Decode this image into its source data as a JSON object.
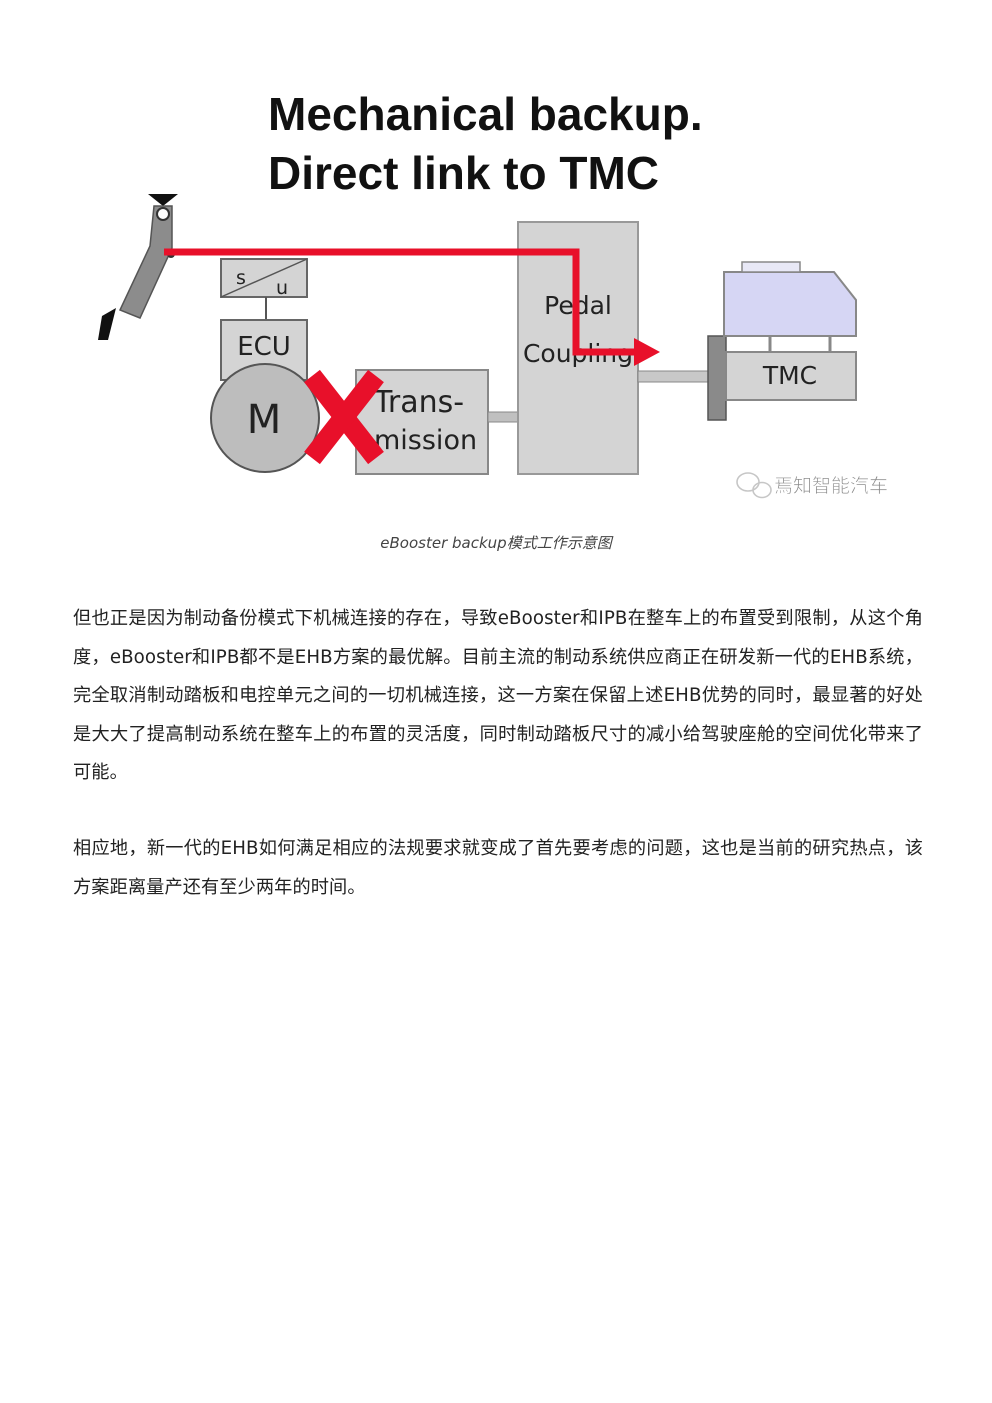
{
  "figure": {
    "title_line1": "Mechanical backup.",
    "title_line2": "Direct link to TMC",
    "sensor_s": "s",
    "sensor_u": "u",
    "ecu_label": "ECU",
    "motor_label": "M",
    "transmission_line1": "Trans-",
    "transmission_line2": "mission",
    "pedal_coupling_line1": "Pedal",
    "pedal_coupling_line2": "Coupling",
    "tmc_label": "TMC",
    "watermark": "焉知智能汽车",
    "colors": {
      "red_link": "#e8102a",
      "block_gray": "#d4d4d4",
      "reservoir": "#d6d6f4",
      "border": "#777777"
    }
  },
  "caption": "eBooster backup模式工作示意图",
  "paragraphs": [
    "但也正是因为制动备份模式下机械连接的存在，导致eBooster和IPB在整车上的布置受到限制，从这个角度，eBooster和IPB都不是EHB方案的最优解。目前主流的制动系统供应商正在研发新一代的EHB系统，完全取消制动踏板和电控单元之间的一切机械连接，这一方案在保留上述EHB优势的同时，最显著的好处是大大了提高制动系统在整车上的布置的灵活度，同时制动踏板尺寸的减小给驾驶座舱的空间优化带来了可能。",
    "相应地，新一代的EHB如何满足相应的法规要求就变成了首先要考虑的问题，这也是当前的研究热点，该方案距离量产还有至少两年的时间。"
  ]
}
